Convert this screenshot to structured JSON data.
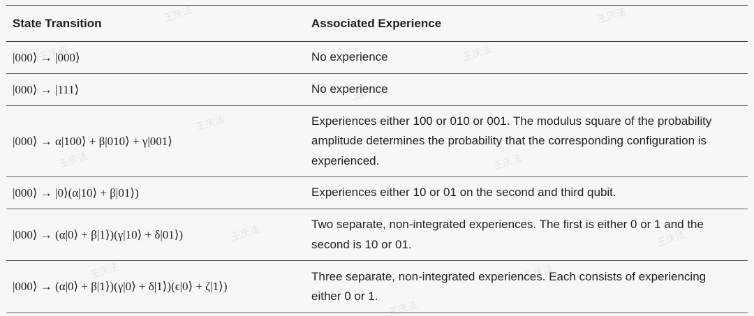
{
  "table": {
    "headers": [
      "State Transition",
      "Associated Experience"
    ],
    "rows": [
      {
        "state": "|000⟩ → |000⟩",
        "experience": "No experience"
      },
      {
        "state": "|000⟩ → |111⟩",
        "experience": "No experience"
      },
      {
        "state": "|000⟩ → α|100⟩ + β|010⟩ + γ|001⟩",
        "experience": "Experiences either 100 or 010 or 001. The modulus square of the probability amplitude determines the probability that the corresponding configuration is experienced."
      },
      {
        "state": "|000⟩ → |0⟩(α|10⟩ + β|01⟩)",
        "experience": "Experiences either 10 or 01 on the second and third qubit."
      },
      {
        "state": "|000⟩ → (α|0⟩ + β|1⟩)(γ|10⟩ + δ|01⟩)",
        "experience": "Two separate, non-integrated experiences. The first is either 0 or 1 and the second is 10 or 01."
      },
      {
        "state": "|000⟩ → (α|0⟩ + β|1⟩)(γ|0⟩ + δ|1⟩)(ϵ|0⟩ + ζ|1⟩)",
        "experience": "Three separate, non-integrated experiences. Each consists of experiencing either 0 or 1."
      }
    ]
  },
  "watermark": {
    "text": "王庆法"
  }
}
